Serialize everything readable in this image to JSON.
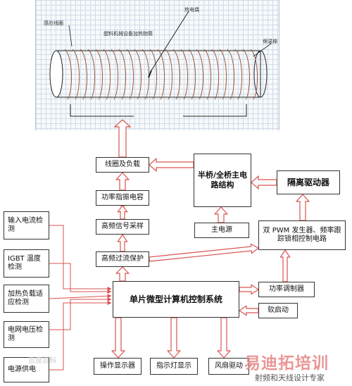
{
  "illustration": {
    "label_coil": "感应线圈",
    "label_barrel": "塑料机械设备加热物筒",
    "label_thermo": "热电偶",
    "label_insulation": "保温棉"
  },
  "blocks": {
    "coil_load": "线圈及负载",
    "half_full_bridge": "半桥/全桥主电路结构",
    "isolation_driver": "隔离驱动器",
    "power_factor_cap": "功率指振电容",
    "hf_sampling": "高频信号采样",
    "main_power": "主电源",
    "pwm_generator": "双 PWM 发生器、频率跟踪锁相控制电路",
    "hf_overcurrent": "高频过流保护",
    "mcu_system": "单片微型计算机控制系统",
    "power_regulator": "功率调制器",
    "soft_start": "软启动",
    "input_current": "输入电流检测",
    "igbt_temp": "IGBT 温度检测",
    "load_adapt": "加热负载适应检测",
    "grid_voltage": "电网电压检测",
    "power_supply": "电源供电",
    "display": "操作显示器",
    "indicator": "指示灯显示",
    "fan_drive": "风扇驱动"
  },
  "watermarks": {
    "left": "百度百科",
    "brand": "易迪拓培训",
    "brand_sub": "射频和天线设计专家"
  }
}
